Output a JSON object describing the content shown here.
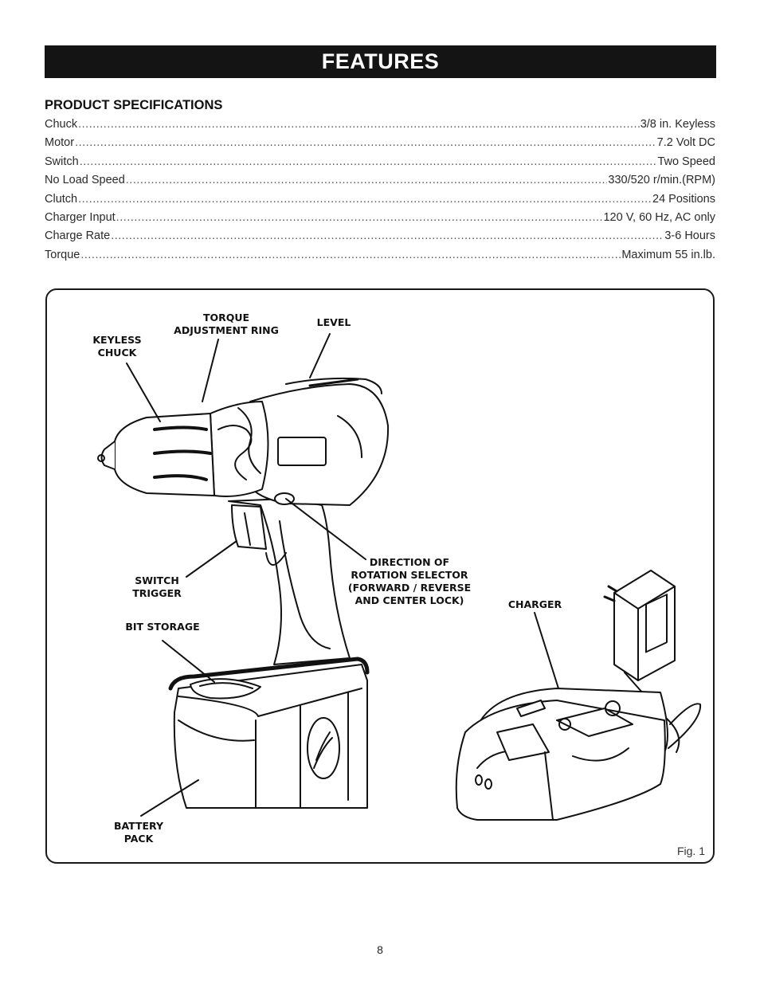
{
  "banner": {
    "title": "FEATURES"
  },
  "specs": {
    "heading": "PRODUCT SPECIFICATIONS",
    "rows": [
      {
        "label": "Chuck",
        "value": "3/8 in. Keyless"
      },
      {
        "label": "Motor",
        "value": "7.2 Volt DC"
      },
      {
        "label": "Switch",
        "value": "Two Speed"
      },
      {
        "label": "No Load Speed",
        "value": "330/520 r/min.(RPM)"
      },
      {
        "label": "Clutch",
        "value": "24 Positions"
      },
      {
        "label": "Charger Input",
        "value": "120 V, 60 Hz, AC only"
      },
      {
        "label": "Charge Rate",
        "value": "3-6 Hours"
      },
      {
        "label": "Torque",
        "value": "Maximum 55 in.lb."
      }
    ]
  },
  "figure": {
    "labels": {
      "keyless_chuck": "KEYLESS\nCHUCK",
      "torque_ring": "TORQUE\nADJUSTMENT RING",
      "level": "LEVEL",
      "switch_trigger": "SWITCH\nTRIGGER",
      "bit_storage": "BIT STORAGE",
      "direction_selector": "DIRECTION OF\nROTATION SELECTOR\n(FORWARD / REVERSE\nAND CENTER LOCK)",
      "charger": "CHARGER",
      "battery_pack": "BATTERY\nPACK"
    },
    "caption": "Fig. 1"
  },
  "page": {
    "number": "8"
  }
}
